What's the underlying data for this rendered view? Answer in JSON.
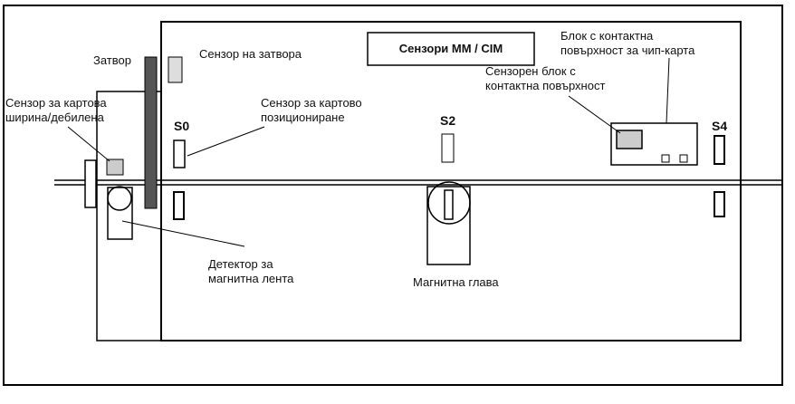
{
  "title": "Сензори MM / CIM",
  "labels": {
    "shutter": "Затвор",
    "shutter_sensor": "Сензор на затвора",
    "card_width_l1": "Сензор за картова",
    "card_width_l2": "ширина/дебилена",
    "card_pos_l1": "Сензор за картово",
    "card_pos_l2": "позициониране",
    "mag_det_l1": "Детектор за",
    "mag_det_l2": "магнитна лента",
    "mag_head": "Магнитна глава",
    "contact_block_l1": "Сензорен блок с",
    "contact_block_l2": "контактна повърхност",
    "chip_block_l1": "Блок с контактна",
    "chip_block_l2": "повърхност за чип-карта"
  },
  "sensors": {
    "s0": "S0",
    "s2": "S2",
    "s4": "S4"
  }
}
